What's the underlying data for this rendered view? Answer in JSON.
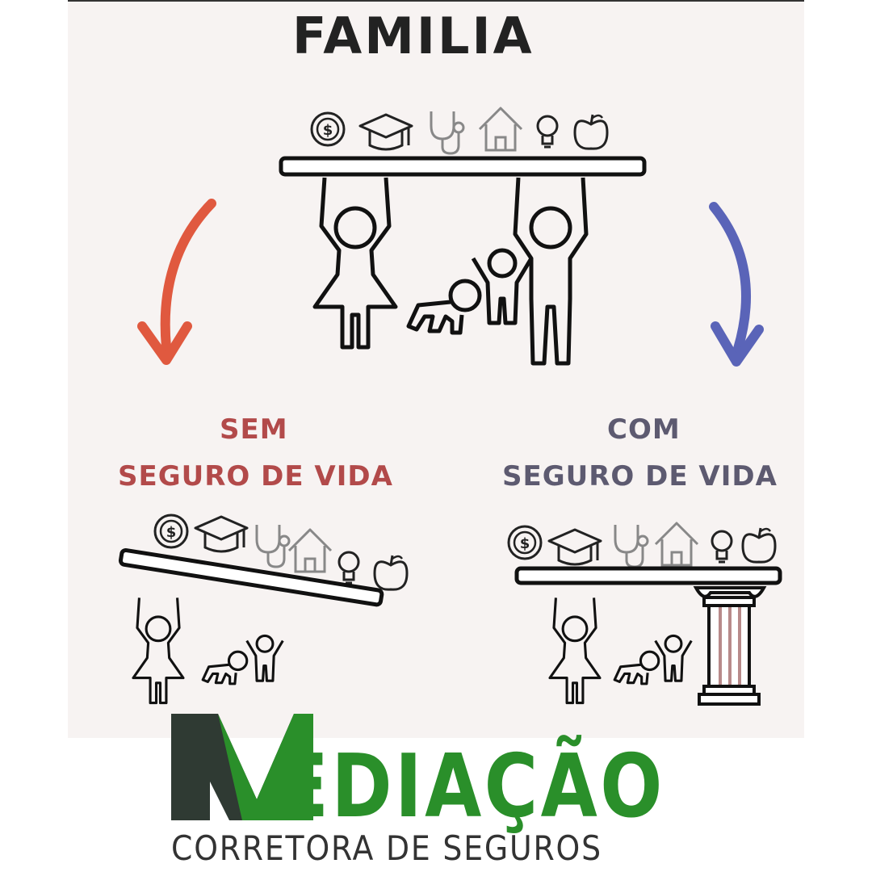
{
  "title": "FAMILIA",
  "left": {
    "line1": "SEM",
    "line2": "SEGURO DE VIDA"
  },
  "right": {
    "line1": "COM",
    "line2": "SEGURO DE VIDA"
  },
  "brand": {
    "initial": "M",
    "word": "EDIAÇÃO",
    "subtitle": "CORRETORA DE SEGUROS"
  },
  "colors": {
    "red_arrow": "#e0593f",
    "blue_arrow": "#5a64b8",
    "brand_green": "#2a8f2a",
    "brand_dark": "#2f3a33"
  },
  "icons": [
    "coin-icon",
    "graduation-cap-icon",
    "stethoscope-icon",
    "house-icon",
    "lightbulb-icon",
    "apple-icon"
  ]
}
